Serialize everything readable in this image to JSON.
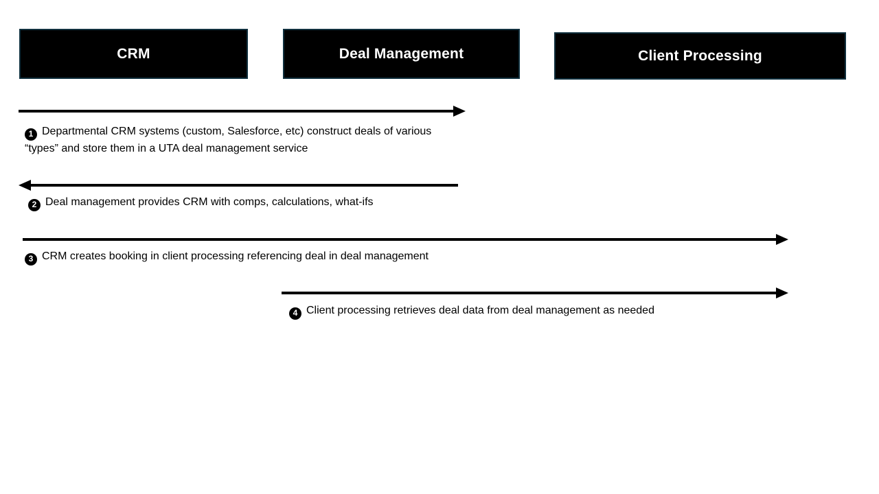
{
  "diagram": {
    "title": "CRM deal flow sequence diagram",
    "colors": {
      "background": "#ffffff",
      "box_fill": "#000000",
      "box_border": "#10303e",
      "box_text": "#ffffff",
      "arrow": "#000000",
      "annotation_text": "#000000",
      "number_badge_fill": "#000000",
      "number_badge_text": "#ffffff"
    },
    "boxes": [
      {
        "id": "crm",
        "label": "CRM"
      },
      {
        "id": "deal-management",
        "label": "Deal Management"
      },
      {
        "id": "client-processing",
        "label": "Client Processing"
      }
    ],
    "flows": [
      {
        "number": "1",
        "direction": "right",
        "text": "Departmental CRM systems (custom, Salesforce, etc) construct deals of various “types” and store them in a UTA deal management service"
      },
      {
        "number": "2",
        "direction": "left",
        "text": "Deal management provides CRM with comps, calculations, what-ifs"
      },
      {
        "number": "3",
        "direction": "right",
        "text": "CRM creates booking in client processing referencing deal in deal management"
      },
      {
        "number": "4",
        "direction": "right",
        "text": "Client processing retrieves deal data from deal management as needed"
      }
    ]
  }
}
